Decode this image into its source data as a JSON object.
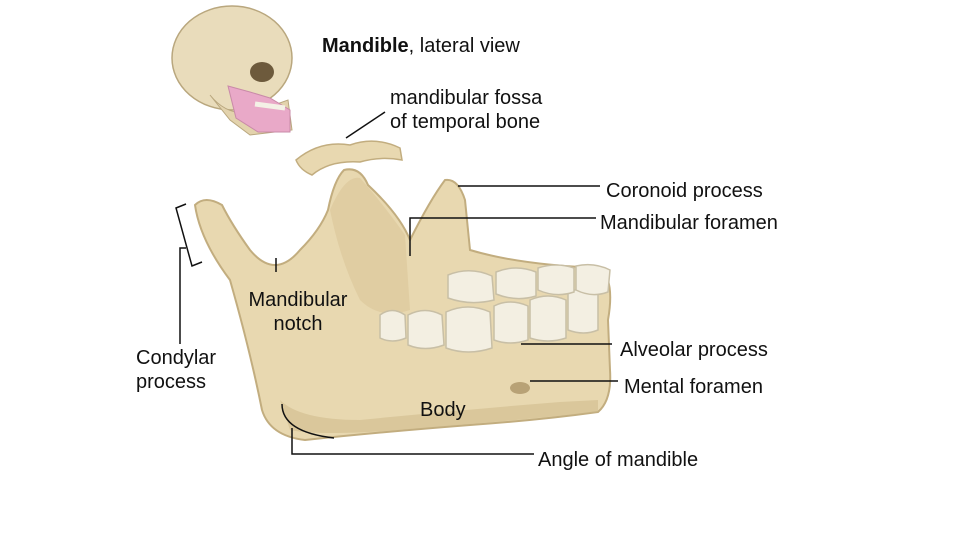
{
  "title": {
    "bold": "Mandible",
    "rest": ", lateral view"
  },
  "labels": {
    "fossa_line1": "mandibular fossa",
    "fossa_line2": "of temporal bone",
    "coronoid": "Coronoid process",
    "mandibular_foramen": "Mandibular foramen",
    "notch_line1": "Mandibular",
    "notch_line2": "notch",
    "condylar_line1": "Condylar",
    "condylar_line2": "process",
    "alveolar": "Alveolar process",
    "mental": "Mental foramen",
    "body": "Body",
    "angle": "Angle of mandible"
  },
  "colors": {
    "bone": "#e8d8b0",
    "bone_shade": "#cdb98a",
    "tooth": "#f3efe2",
    "gum_pink": "#e9a9c8",
    "leader": "#111111"
  }
}
